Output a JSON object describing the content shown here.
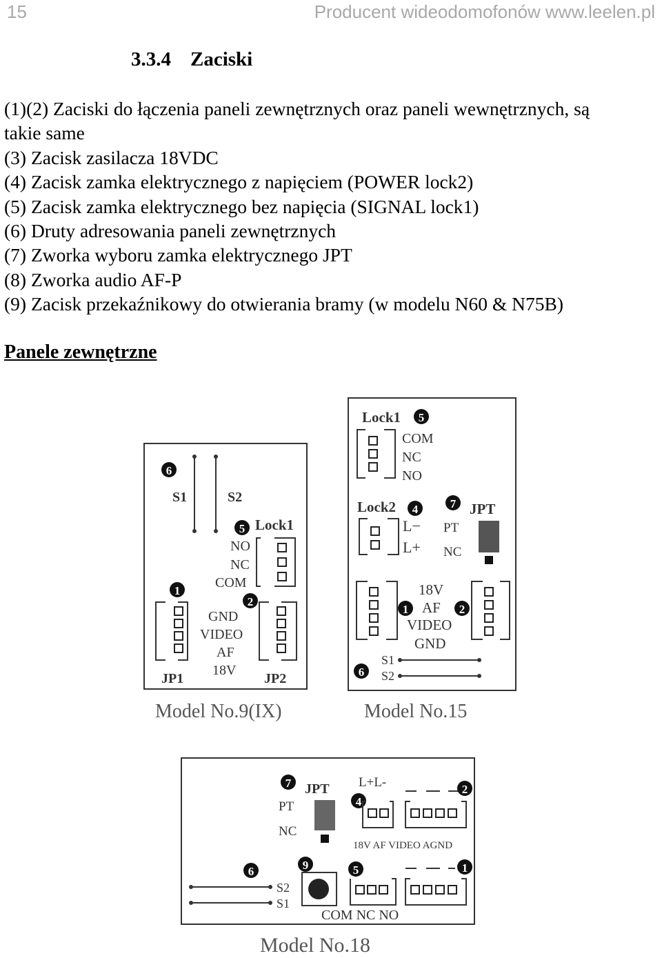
{
  "header": {
    "page_number": "15",
    "source": "Producent wideodomofonów www.leelen.pl"
  },
  "section": {
    "number": "3.3.4",
    "title": "Zaciski"
  },
  "items": [
    "(1)(2) Zaciski do łączenia paneli zewnętrznych oraz paneli wewnętrznych, są",
    "takie same",
    "(3) Zacisk zasilacza 18VDC",
    "(4) Zacisk zamka elektrycznego z napięciem (POWER lock2)",
    "(5) Zacisk zamka elektrycznego bez napięcia (SIGNAL lock1)",
    "(6) Druty adresowania paneli zewnętrznych",
    "(7) Zworka wyboru zamka elektrycznego JPT",
    "(8) Zworka audio AF-P",
    "(9) Zacisk przekaźnikowy do otwierania bramy (w modelu N60 & N75B)"
  ],
  "subheading": "Panele zewnętrzne",
  "diagrams": {
    "model9": {
      "caption": "Model No.9(IX)",
      "n6": "6",
      "s1": "S1",
      "s2": "S2",
      "n5": "5",
      "lock1": "Lock1",
      "no": "NO",
      "nc": "NC",
      "com": "COM",
      "n1": "1",
      "n2": "2",
      "gnd": "GND",
      "video": "VIDEO",
      "af": "AF",
      "v18": "18V",
      "jp1": "JP1",
      "jp2": "JP2"
    },
    "model15": {
      "caption": "Model No.15",
      "lock1": "Lock1",
      "n5": "5",
      "com": "COM",
      "nc": "NC",
      "no": "NO",
      "lock2": "Lock2",
      "n4": "4",
      "lminus": "L−",
      "lplus": "L+",
      "n7": "7",
      "jpt": "JPT",
      "pt": "PT",
      "nc2": "NC",
      "v18": "18V",
      "af": "AF",
      "video": "VIDEO",
      "gnd": "GND",
      "n1": "1",
      "n2": "2",
      "n6": "6",
      "s1": "S1",
      "s2": "S2"
    },
    "model18": {
      "caption": "Model No.18",
      "n7": "7",
      "jpt": "JPT",
      "pt": "PT",
      "nc": "NC",
      "lpl": "L+L-",
      "n4": "4",
      "n2": "2",
      "pins": "18V AF VIDEO AGND",
      "n6": "6",
      "s2": "S2",
      "s1": "S1",
      "n9": "9",
      "n5": "5",
      "n1": "1",
      "com_nc_no": "COM NC NO"
    }
  }
}
